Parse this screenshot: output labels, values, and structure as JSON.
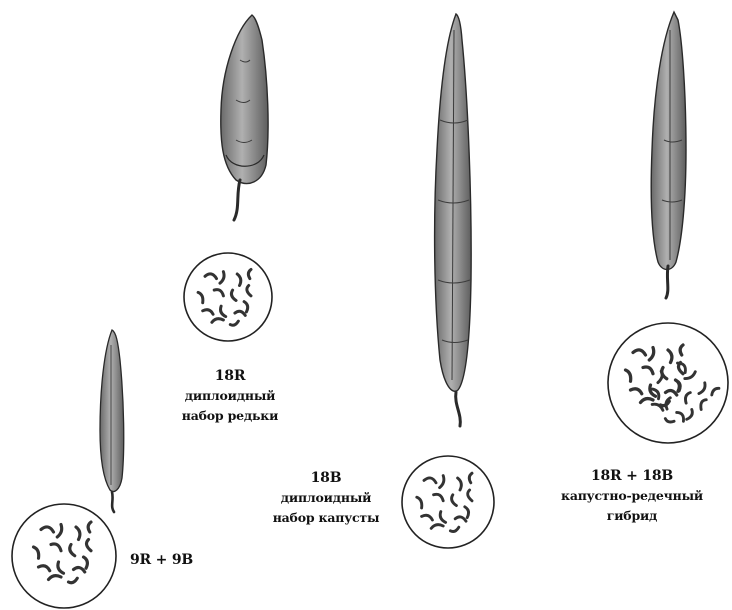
{
  "labels": {
    "radish": {
      "count": "18R",
      "line1": "диплоидный",
      "line2": "набор редьки"
    },
    "cabbage": {
      "count": "18B",
      "line1": "диплоидный",
      "line2": "набор капусты"
    },
    "hybrid": {
      "count": "18R + 18B",
      "line1": "капустно-редечный",
      "line2": "гибрид"
    },
    "sterile": {
      "count": "9R + 9B"
    }
  },
  "colors": {
    "ink": "#1a1a1a",
    "pod_fill": "#9a9a9a",
    "pod_dark": "#5c5c5c",
    "background": "#ffffff"
  }
}
